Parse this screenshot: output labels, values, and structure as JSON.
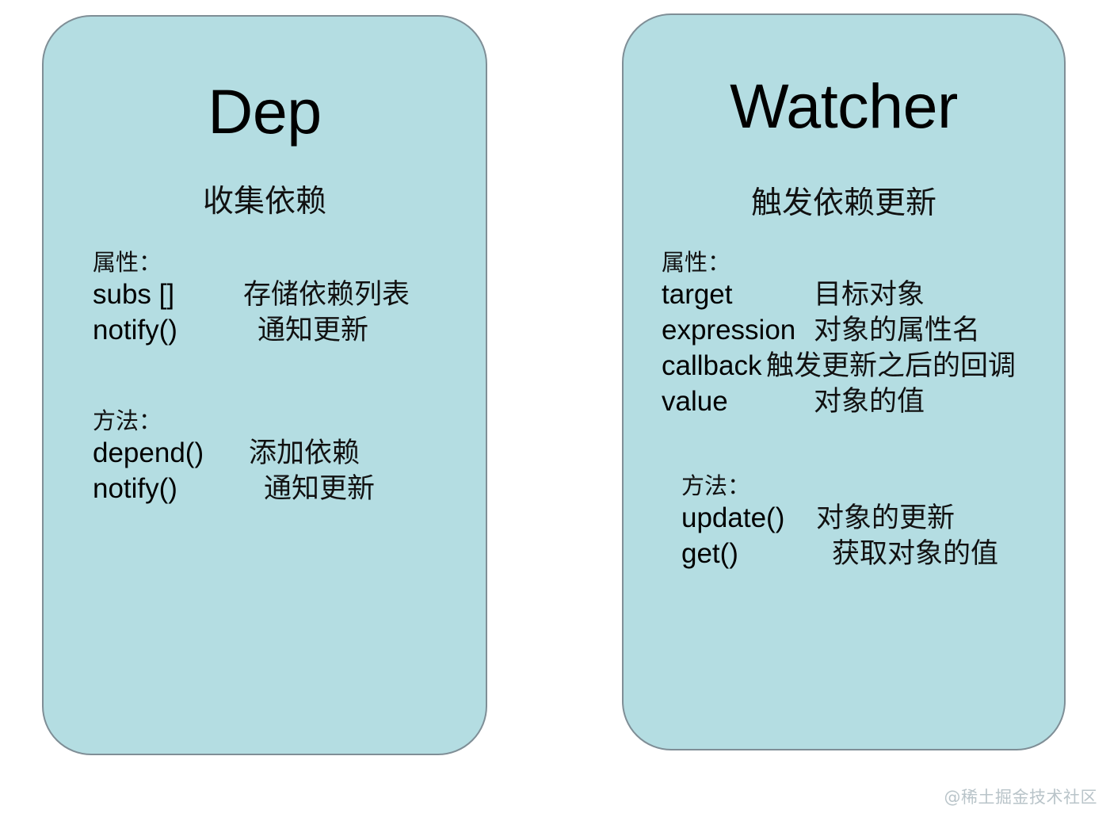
{
  "diagram": {
    "background_color": "#ffffff",
    "card_fill": "#b4dde2",
    "card_border": "#7f8e96",
    "cards": [
      {
        "id": "dep",
        "title": "Dep",
        "subtitle": "收集依赖",
        "sections": [
          {
            "label": "属性：",
            "rows": [
              {
                "term": "subs []",
                "desc": "存储依赖列表"
              },
              {
                "term": "notify()",
                "desc": "通知更新"
              }
            ]
          },
          {
            "label": "方法：",
            "rows": [
              {
                "term": "depend()",
                "desc": "添加依赖"
              },
              {
                "term": "notify()",
                "desc": "通知更新"
              }
            ]
          }
        ]
      },
      {
        "id": "watcher",
        "title": "Watcher",
        "subtitle": "触发依赖更新",
        "sections": [
          {
            "label": "属性：",
            "rows": [
              {
                "term": "target",
                "desc": "目标对象"
              },
              {
                "term": "expression",
                "desc": "对象的属性名"
              },
              {
                "term": "callback",
                "desc": "触发更新之后的回调"
              },
              {
                "term": "value",
                "desc": "对象的值"
              }
            ]
          },
          {
            "label": "方法：",
            "rows": [
              {
                "term": "update()",
                "desc": "对象的更新"
              },
              {
                "term": "get()",
                "desc": "获取对象的值"
              }
            ]
          }
        ]
      }
    ]
  },
  "watermark": {
    "text": "@稀土掘金技术社区"
  }
}
